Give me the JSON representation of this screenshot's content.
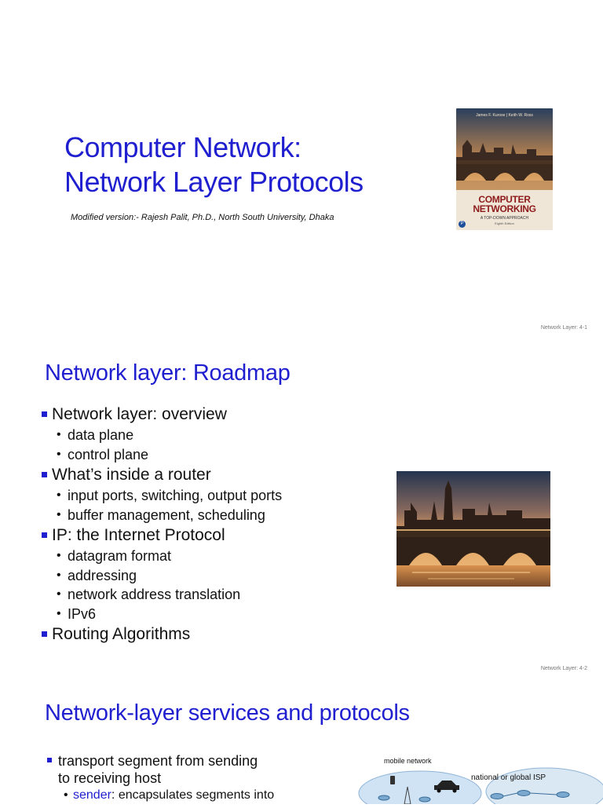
{
  "slide1": {
    "title_line1": "Computer Network:",
    "title_line2": "Network Layer Protocols",
    "subtitle": "Modified version:- Rajesh Palit, Ph.D., North South University, Dhaka",
    "book": {
      "authors": "James F. Kurose | Keith W. Ross",
      "title_line1": "COMPUTER",
      "title_line2": "NETWORKING",
      "subtitle": "A TOP-DOWN APPROACH",
      "edition": "Eighth Edition",
      "publisher_logo": "P"
    },
    "footer": "Network Layer: 4-1"
  },
  "slide2": {
    "title": "Network layer: Roadmap",
    "items": [
      {
        "label": "Network layer: overview",
        "sub": [
          "data plane",
          "control plane"
        ]
      },
      {
        "label": "What’s inside a router",
        "sub": [
          "input ports, switching, output ports",
          "buffer management, scheduling"
        ]
      },
      {
        "label": "IP: the Internet Protocol",
        "sub": [
          "datagram format",
          "addressing",
          "network address translation",
          "IPv6"
        ]
      },
      {
        "label": "Routing Algorithms",
        "sub": []
      }
    ],
    "footer": "Network Layer: 4-2"
  },
  "slide3": {
    "title": "Network-layer  services and protocols",
    "bullet1_line1": "transport segment from sending",
    "bullet1_line2": "to receiving host",
    "sub1_term": "sender",
    "sub1_rest": ": encapsulates segments into",
    "diagram": {
      "mobile_label": "mobile network",
      "isp_label": "national or global ISP"
    }
  },
  "colors": {
    "title_blue": "#1f1fd0",
    "bullet_blue": "#1f1fd0",
    "book_title_red": "#8e1b1b"
  }
}
